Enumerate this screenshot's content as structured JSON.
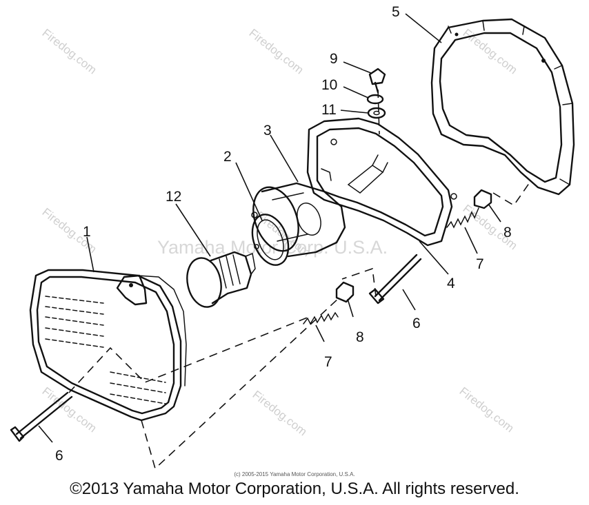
{
  "callouts": {
    "c1": "1",
    "c2": "2",
    "c3": "3",
    "c4": "4",
    "c5": "5",
    "c6a": "6",
    "c6b": "6",
    "c7a": "7",
    "c7b": "7",
    "c8a": "8",
    "c8b": "8",
    "c9": "9",
    "c10": "10",
    "c11": "11",
    "c12": "12"
  },
  "watermark": {
    "site": "Firedog.com",
    "center": "Yamaha Motor Corp. U.S.A."
  },
  "footer": {
    "small_copyright": "(c) 2005-2015 Yamaha Motor Corporation, U.S.A.",
    "copyright": "©2013 Yamaha Motor Corporation, U.S.A. All rights reserved."
  }
}
